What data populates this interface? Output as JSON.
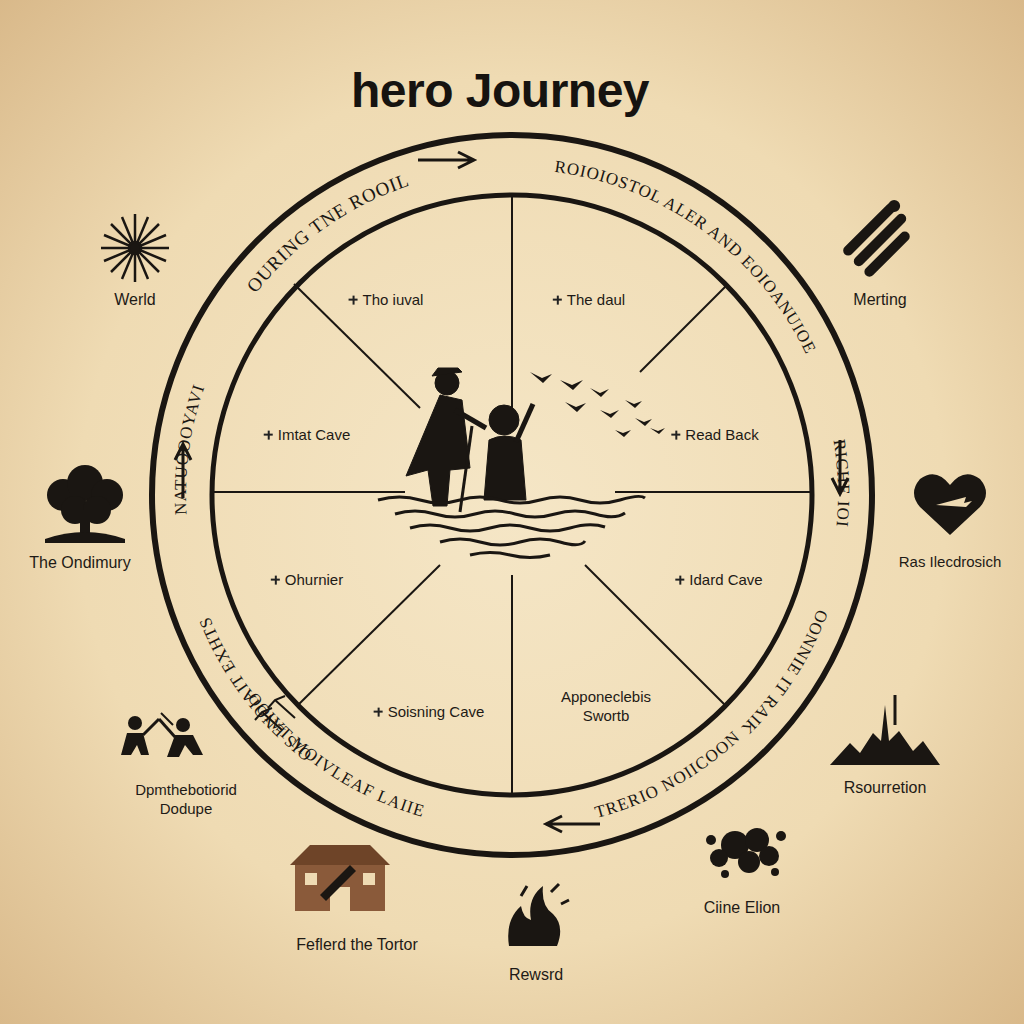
{
  "diagram": {
    "title": "hero Journey",
    "labels": [
      "OURING TNE ROOIL",
      "ROIOIOSTOL ALER AND EOIOANUIOE",
      "Werld",
      "Merting",
      "Tho iuval",
      "The daul",
      "RICHE IOI",
      "NATUOOOYAVI",
      "Imtat Cave",
      "Read Back",
      "The Ondimury",
      "Ras Ilecdrosich",
      "Ohurnier",
      "Idard Cave",
      "OONNIE IT RAIK",
      "OIS ENOIAIT EXHTS",
      "Apponeclebis Swortb",
      "Soisning Cave",
      "TRERIO NOIICOON",
      "Dpmthebotiorid Dodupe",
      "Rsourretion",
      "OOIVT MOIVLEAF LAIIE",
      "Ciine Elion",
      "Feflerd the Tortor",
      "Rewsrd"
    ]
  }
}
